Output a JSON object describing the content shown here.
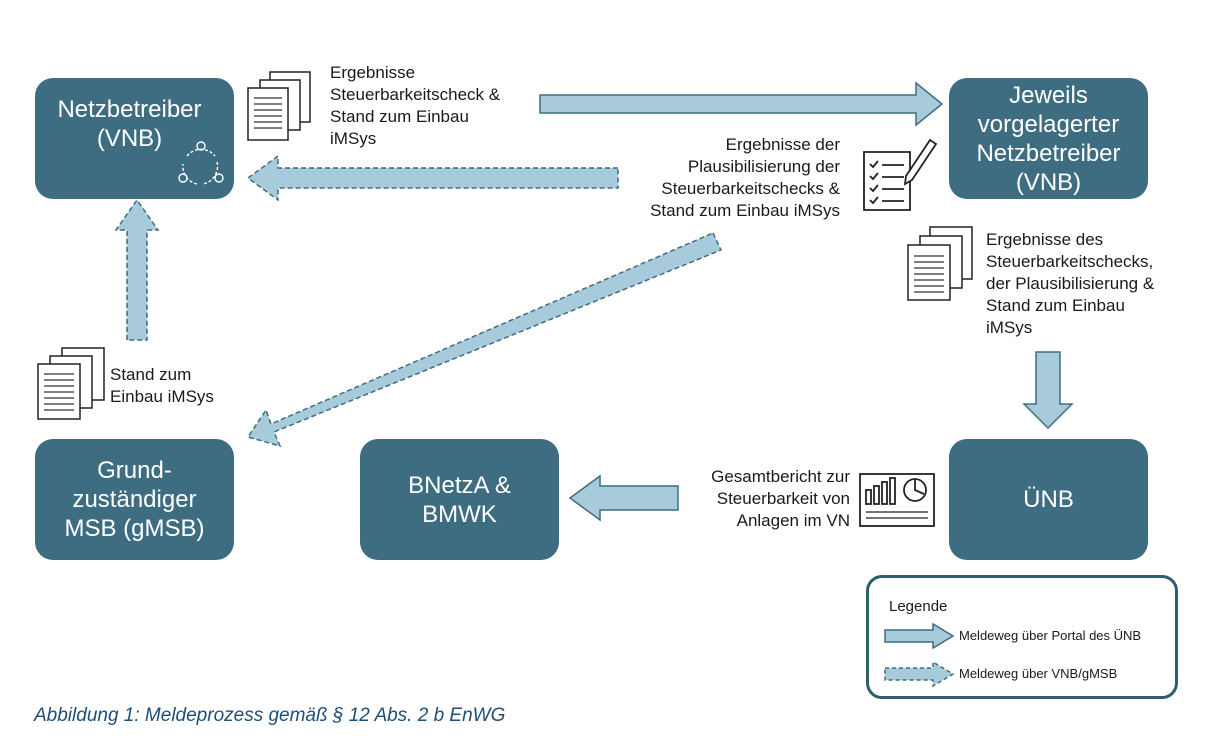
{
  "nodes": {
    "netzbetreiber": "Netzbetreiber\n(VNB)",
    "vorgelagert": "Jeweils\nvorgelagerter\nNetzbetreiber\n(VNB)",
    "gmsb": "Grund-\nzuständiger\nMSB (gMSB)",
    "bnetza": "BNetzA &\nBMWK",
    "uenb": "ÜNB"
  },
  "labels": {
    "vnb_to_vorgelagert": "Ergebnisse\nSteuerbarkeitscheck &\nStand zum Einbau\niMSys",
    "plausi": "Ergebnisse der\nPlausibilisierung der\nSteuerbarkeitschecks &\nStand zum Einbau iMSys",
    "vorgelagert_to_uenb": "Ergebnisse des\nSteuerbarkeitschecks,\nder Plausibilisierung &\nStand zum Einbau\niMSys",
    "gmsb_to_vnb": "Stand zum\nEinbau iMSys",
    "gesamtbericht": "Gesamtbericht zur\nSteuerbarkeit von\nAnlagen im VN"
  },
  "legend": {
    "title": "Legende",
    "solid": "Meldeweg  über Portal des ÜNB",
    "dashed": "Meldeweg  über VNB/gMSB"
  },
  "caption": "Abbildung 1: Meldeprozess gemäß § 12 Abs. 2 b EnWG",
  "colors": {
    "box": "#3e6d82",
    "arrow_fill": "#a8cbdb",
    "arrow_stroke": "#3e6d82",
    "caption": "#1f4e79"
  },
  "icons": [
    "document-stack-icon",
    "checklist-pencil-icon",
    "report-chart-icon",
    "process-cycle-icon"
  ]
}
